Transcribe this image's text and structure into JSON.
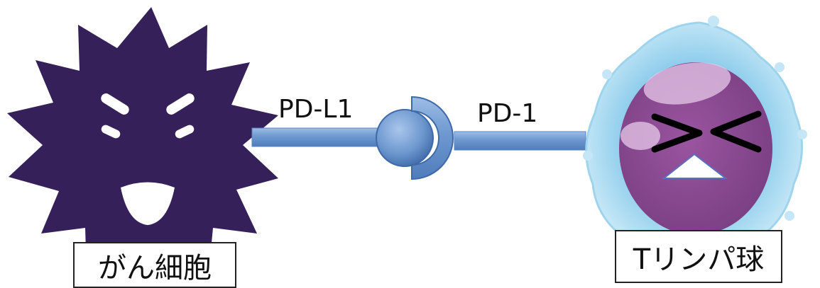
{
  "labels": {
    "cancer_cell": "がん細胞",
    "t_cell": "Tリンパ球",
    "ligand": "PD-L1",
    "receptor": "PD-1"
  },
  "icons": {
    "cancer_cell": "spiky-monster-icon",
    "t_cell": "lymphocyte-cell-icon"
  },
  "colors": {
    "cancer_body": "#35205a",
    "connector": "#6e98cf",
    "connector_light": "#b9d0ee",
    "tcell_outer": "#a9d8f0",
    "tcell_nucleus": "#8c4a8e"
  }
}
